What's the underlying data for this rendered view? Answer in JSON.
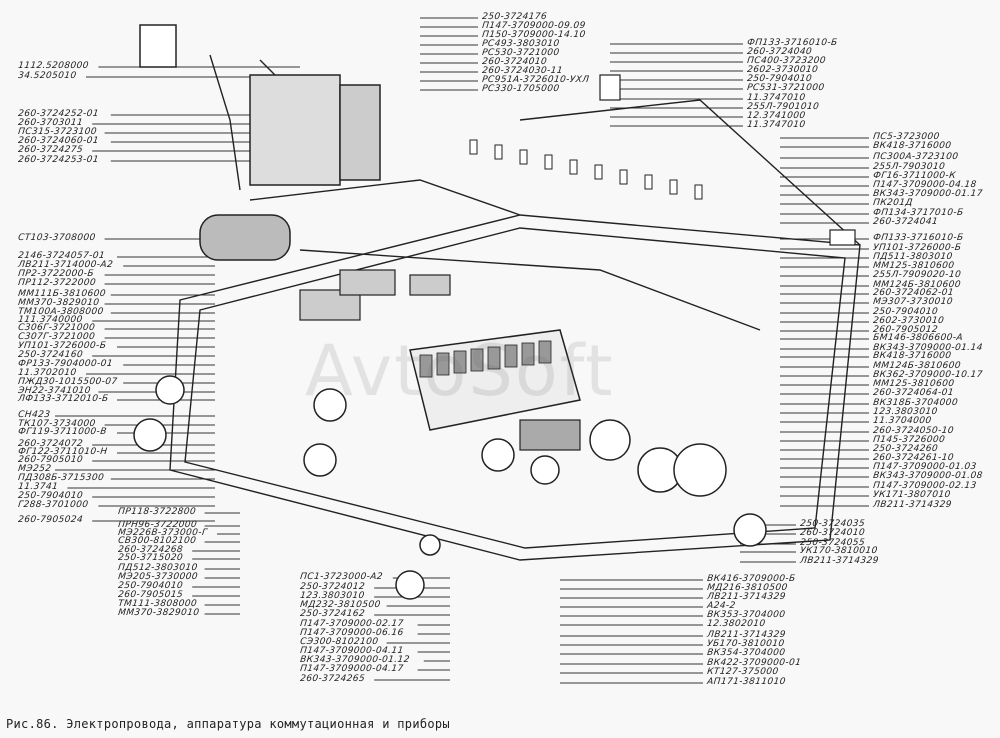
{
  "figure": {
    "caption": "Рис.86. Электропровода, аппаратура коммутационная и приборы",
    "watermark": "AvtoSoft"
  },
  "labels": {
    "top_left": [
      "1112.5208000",
      "34.5205010",
      "260-3724252-01",
      "260-3703011",
      "ПС315-3723100",
      "260-3724060-01",
      "260-3724275",
      "260-3724253-01"
    ],
    "left_column": [
      "СТ103-3708000",
      "2146-3724057-01",
      "ЛВ211-3714000-А2",
      "ПР2-3722000-Б",
      "ПР112-3722000",
      "ММ111Б-3810600",
      "ММ370-3829010",
      "ТМ100А-3808000",
      "111.3740000",
      "С306Г-3721000",
      "С307Г-3721000",
      "УП101-3726000-Б",
      "250-3724160",
      "ФР133-7904000-01",
      "11.3702010",
      "ПЖД30-1015500-07",
      "ЭН22-3741010",
      "ЛФ133-3712010-Б",
      "СН423",
      "ТК107-3734000",
      "ФГ119-3711000-В",
      "260-3724072",
      "ФГ122-3711010-Н",
      "260-7905010",
      "МЭ252",
      "ПД308Б-3715300",
      "11.3741",
      "250-7904010",
      "Г288-3701000",
      "260-7905024"
    ],
    "bottom_left": [
      "ПР118-3722800",
      "ПРН96-3722000",
      "МЭ226В-373000-Г",
      "СВ300-8102100",
      "260-3724268",
      "250-3715020",
      "ПД512-3803010",
      "МЭ205-3730000",
      "250-7904010",
      "260-7905015",
      "ТМ111-3808000",
      "ММ370-3829010"
    ],
    "bottom_middle": [
      "ПС1-3723000-А2",
      "250-3724012",
      "123.3803010",
      "МД232-3810500",
      "250-3724162",
      "П147-3709000-02.17",
      "П147-3709000-06.16",
      "СЭ300-8102100",
      "П147-3709000-04.11",
      "ВК343-3709000-01.12",
      "П147-3709000-04.17",
      "260-3724265"
    ],
    "bottom_right": [
      "ВК416-3709000-Б",
      "МД216-3810500",
      "ЛВ211-3714329",
      "А24-2",
      "ВК353-3704000",
      "12.3802010",
      "ЛВ211-3714329",
      "УБ170-3810010",
      "ВК354-3704000",
      "ВК422-3709000-01",
      "КТ127-375000",
      "АП171-3811010"
    ],
    "top_middle": [
      "250-3724176",
      "П147-3709000-09.09",
      "П150-3709000-14.10",
      "РС493-3803010",
      "РС530-3721000",
      "260-3724010",
      "260-3724030-11",
      "РС951А-3726010-УХЛ",
      "РС330-1705000"
    ],
    "top_right": [
      "ФП133-3716010-Б",
      "260-3724040",
      "ПС400-3723200",
      "2602-3730010",
      "250-7904010",
      "РС531-3721000",
      "11.3747010",
      "255Л-7901010",
      "12.3741000",
      "11.3747010"
    ],
    "right_column": [
      "ПС5-3723000",
      "ВК418-3716000",
      "ПС300А-3723100",
      "255Л-7903010",
      "ФГ16-3711000-К",
      "П147-3709000-04.18",
      "ВК343-3709000-01.17",
      "ПК201Д",
      "ФП134-3717010-Б",
      "260-3724041",
      "ФП133-3716010-Б",
      "УП101-3726000-Б",
      "ПД511-3803010",
      "ММ125-3810600",
      "255Л-7909020-10",
      "ММ124Б-3810600",
      "260-3724062-01",
      "МЭ307-3730010",
      "250-7904010",
      "2602-3730010",
      "260-7905012",
      "БМ146-3806600-А",
      "ВК343-3709000-01.14",
      "ВК418-3716000",
      "ММ124Б-3810600",
      "ВК362-3709000-10.17",
      "ММ125-3810600",
      "260-3724064-01",
      "ВК318Б-3704000",
      "123.3803010",
      "11.3704000",
      "260-3724050-10",
      "П145-3726000",
      "250-3724260",
      "260-3724261-10",
      "П147-3709000-01.03",
      "ВК343-3709000-01.08",
      "П147-3709000-02.13",
      "УК171-3807010",
      "ЛВ211-3714329"
    ],
    "right_lower": [
      "250-3724035",
      "260-3724010",
      "250-3724055",
      "УК170-3810010",
      "ЛВ211-3714329"
    ]
  }
}
